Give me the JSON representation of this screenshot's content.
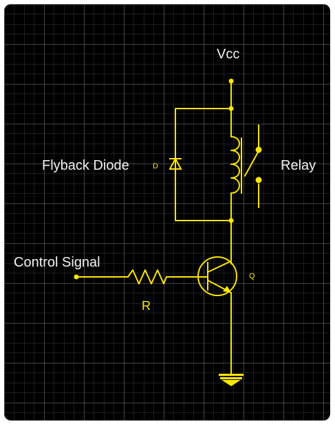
{
  "labels": {
    "vcc": "Vcc",
    "flyback_diode": "Flyback Diode",
    "relay": "Relay",
    "control_signal": "Control Signal",
    "diode_ref": "D",
    "transistor_ref": "Q",
    "resistor_ref": "R"
  },
  "colors": {
    "background": "#000000",
    "grid_minor": "#3a3a3a",
    "grid_major": "#6a6a6a",
    "wire": "#ffe800",
    "text": "#f2f2f2"
  }
}
